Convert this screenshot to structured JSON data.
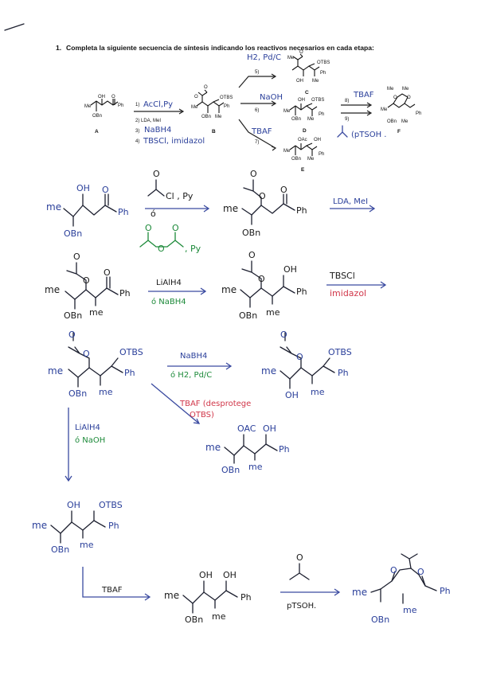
{
  "question": {
    "number": "1.",
    "text": "Completa la siguiente secuencia de síntesis indicando los reactivos necesarios en cada etapa:"
  },
  "printed_scheme": {
    "compounds": {
      "A": "A",
      "B": "B",
      "C": "C",
      "D": "D",
      "E": "E",
      "F": "F"
    },
    "conditions": {
      "s1": "1)",
      "s2": "2) LDA, MeI",
      "s3": "3)",
      "s4": "4)",
      "s5": "5)",
      "s6": "6)",
      "s7": "7)",
      "s8": "8)",
      "s9": "9)"
    },
    "handwritten": {
      "s1": "AcCl,Py",
      "s3": "NaBH4",
      "s4": "TBSCl, imidazol",
      "s5": "H2, Pd/C",
      "s6": "NaOH",
      "s7": "TBAF",
      "s8": "TBAF",
      "s9": "(pTSOH ."
    },
    "labels": {
      "OH": "OH",
      "O": "O",
      "Me": "Me",
      "Ph": "Ph",
      "OBn": "OBn",
      "OTBS": "OTBS",
      "OAc": "OAc"
    }
  },
  "handwritten_solution": {
    "step1": {
      "reagent_top": "Cl , Py",
      "reagent_alt": "ó",
      "reagent_green": ", Py",
      "next": "LDA, MeI"
    },
    "step2": {
      "reagent_top": "LiAlH4",
      "reagent_green": "ó NaBH4",
      "next_blue": "TBSCl",
      "next_red": "imidazol"
    },
    "step3": {
      "path_a_top": "NaBH4",
      "path_a_green": "ó H2, Pd/C",
      "path_b_red_1": "TBAF (desprotege",
      "path_b_red_2": "OTBS)",
      "path_c_blue": "LiAlH4",
      "path_c_green": "ó NaOH"
    },
    "step4": {
      "reagent": "TBAF",
      "reagent_right": "pTSOH."
    },
    "labels": {
      "me": "me",
      "Ph": "Ph",
      "OBn": "OBn",
      "OH": "OH",
      "O": "O",
      "OTBS": "OTBS",
      "OAC": "OAC"
    }
  }
}
